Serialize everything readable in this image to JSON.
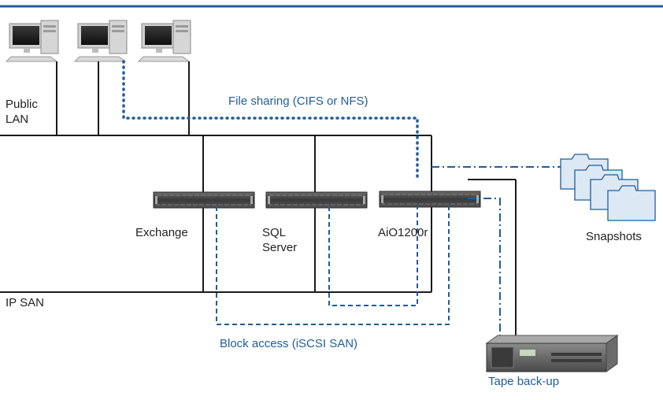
{
  "labels": {
    "public_lan_line1": "Public",
    "public_lan_line2": "LAN",
    "ip_san": "IP SAN",
    "file_sharing": "File sharing (CIFS or NFS)",
    "block_access": "Block access (iSCSI SAN)",
    "exchange": "Exchange",
    "sql_line1": "SQL",
    "sql_line2": "Server",
    "aio": "AiO1200r",
    "snapshots": "Snapshots",
    "tape_backup": "Tape back-up"
  },
  "colors": {
    "rule": "#1f5d9a",
    "link": "#1f5d9a",
    "line": "#1a1a1a",
    "text": "#222222"
  },
  "icons": [
    "desktop-computer-icon",
    "rack-server-icon",
    "folder-stack-icon",
    "tape-library-icon"
  ]
}
